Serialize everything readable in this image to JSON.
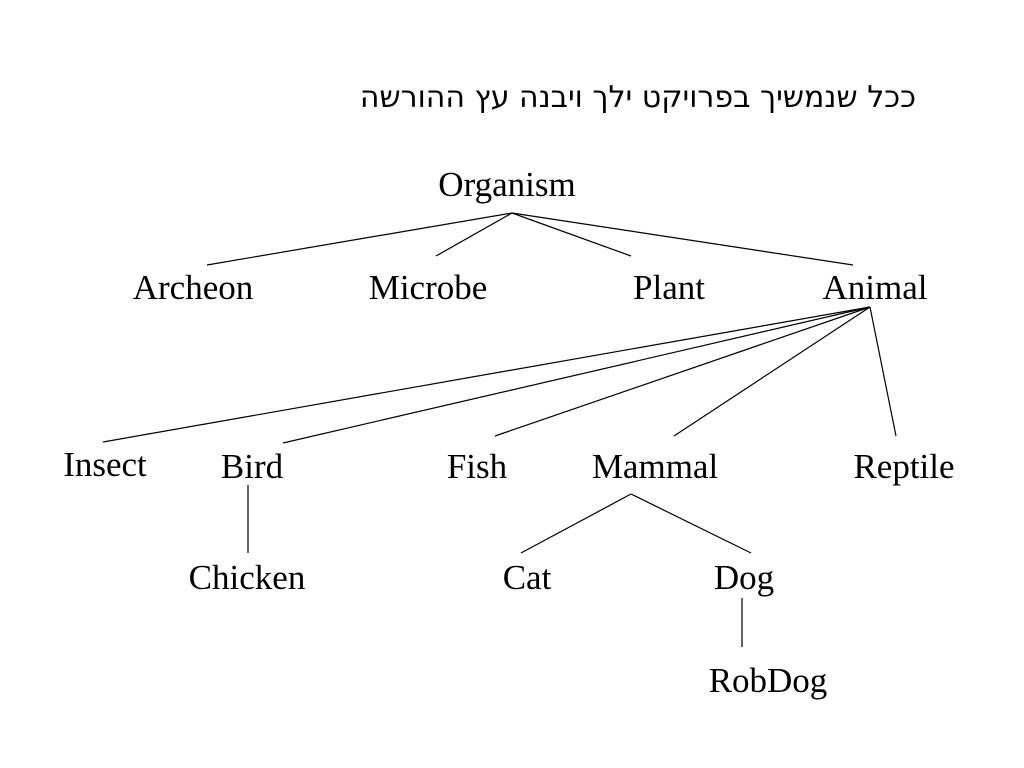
{
  "title": "ככל שנמשיך בפרויקט ילך ויבנה עץ ההורשה",
  "tree": {
    "organism": "Organism",
    "archeon": "Archeon",
    "microbe": "Microbe",
    "plant": "Plant",
    "animal": "Animal",
    "insect": "Insect",
    "bird": "Bird",
    "fish": "Fish",
    "mammal": "Mammal",
    "reptile": "Reptile",
    "chicken": "Chicken",
    "cat": "Cat",
    "dog": "Dog",
    "robdog": "RobDog"
  },
  "colors": {
    "text": "#000000",
    "lines": "#000000",
    "background": "#ffffff"
  }
}
